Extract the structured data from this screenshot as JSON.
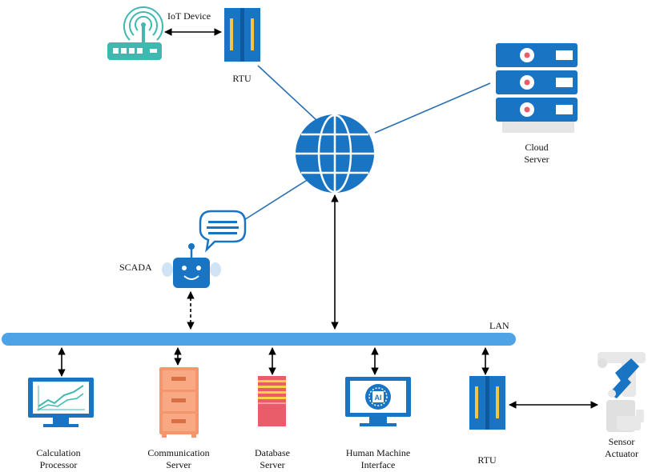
{
  "labels": {
    "iot_device": "IoT Device",
    "rtu_top": "RTU",
    "cloud_server_l1": "Cloud",
    "cloud_server_l2": "Server",
    "scada": "SCADA",
    "lan": "LAN",
    "calc_l1": "Calculation",
    "calc_l2": "Processor",
    "comm_l1": "Communication",
    "comm_l2": "Server",
    "db_l1": "Database",
    "db_l2": "Server",
    "hmi_l1": "Human Machine",
    "hmi_l2": "Interface",
    "rtu_bottom": "RTU",
    "sensor_l1": "Sensor",
    "sensor_l2": "Actuator"
  },
  "hmi_chip_text": "AI",
  "icons": [
    "router-icon",
    "rtu-icon",
    "globe-icon",
    "cloud-server-icon",
    "robot-icon",
    "chat-bubble-icon",
    "monitor-chart-icon",
    "file-cabinet-icon",
    "database-server-icon",
    "monitor-ai-icon",
    "robot-arm-icon"
  ],
  "colors": {
    "primary_blue": "#1a74c4",
    "lan_bar": "#4da3e6",
    "teal_router": "#3fb8b0",
    "rtu_yellow": "#f5c542",
    "cabinet_orange": "#f6946b",
    "db_red": "#e95d6a",
    "db_yellow": "#f7d24a",
    "line_blue": "#2a6fb0"
  }
}
